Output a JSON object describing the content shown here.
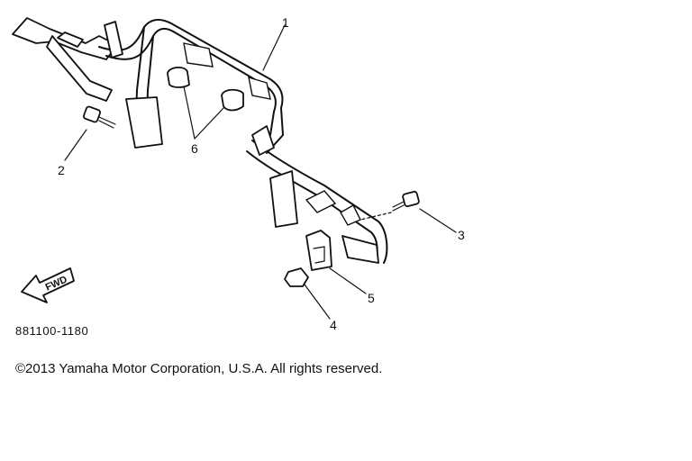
{
  "diagram": {
    "callouts": [
      "1",
      "2",
      "3",
      "4",
      "5",
      "6"
    ],
    "fwd_label": "FWD",
    "part_code": "881100-1180"
  },
  "footer": {
    "copyright": "©2013 Yamaha Motor Corporation, U.S.A. All rights reserved."
  }
}
